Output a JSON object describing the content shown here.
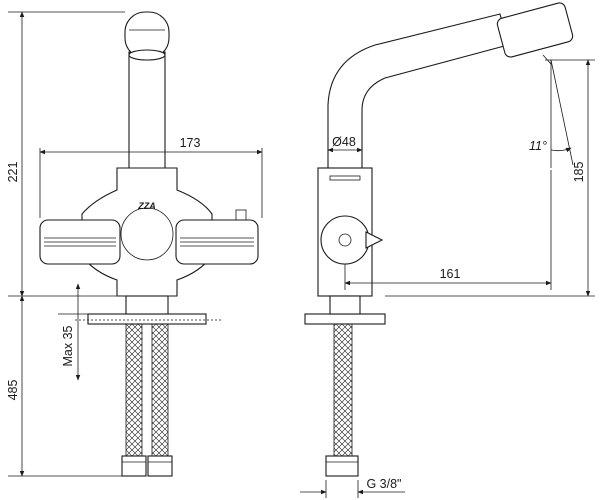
{
  "dimensions": {
    "width_lever": "173",
    "height_total": "221",
    "max_thickness": "Max 35",
    "hose_length": "485",
    "diameter": "Ø48",
    "angle": "11°",
    "spout_height": "185",
    "spout_reach": "161",
    "thread": "G 3/8\""
  },
  "brand_mark": "ZZA"
}
